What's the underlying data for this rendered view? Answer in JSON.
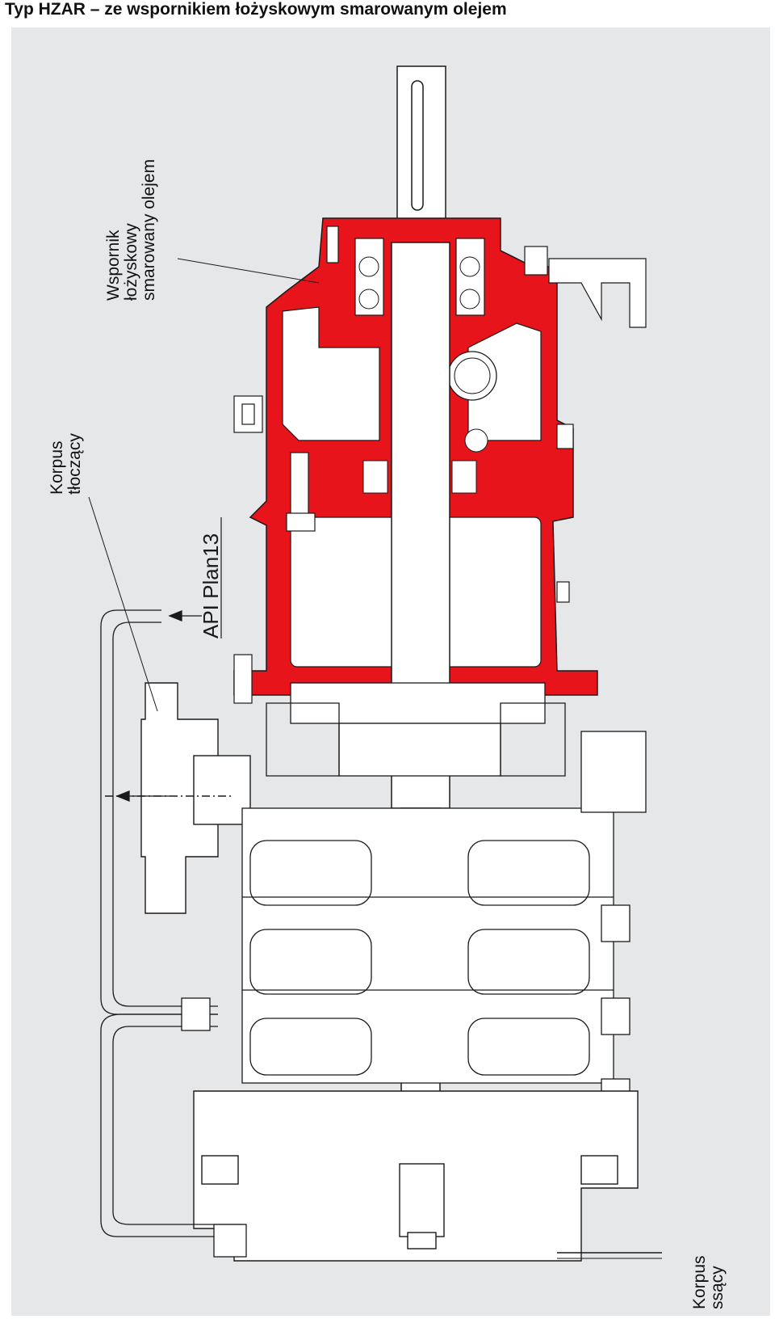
{
  "title": "Typ HZAR – ze wspornikiem łożyskowym smarowanym olejem",
  "labels": {
    "bearing_bracket": [
      "Wspornik",
      "łożyskowy",
      "smarowany olejem"
    ],
    "discharge_casing": [
      "Korpus",
      "tłoczący"
    ],
    "suction_casing": [
      "Korpus",
      "ssący"
    ],
    "api_plan": "API Plan13"
  },
  "colors": {
    "background": "#e6e7e8",
    "highlight": "#e8141b",
    "line": "#1a1a1a",
    "part_fill": "#ffffff"
  }
}
